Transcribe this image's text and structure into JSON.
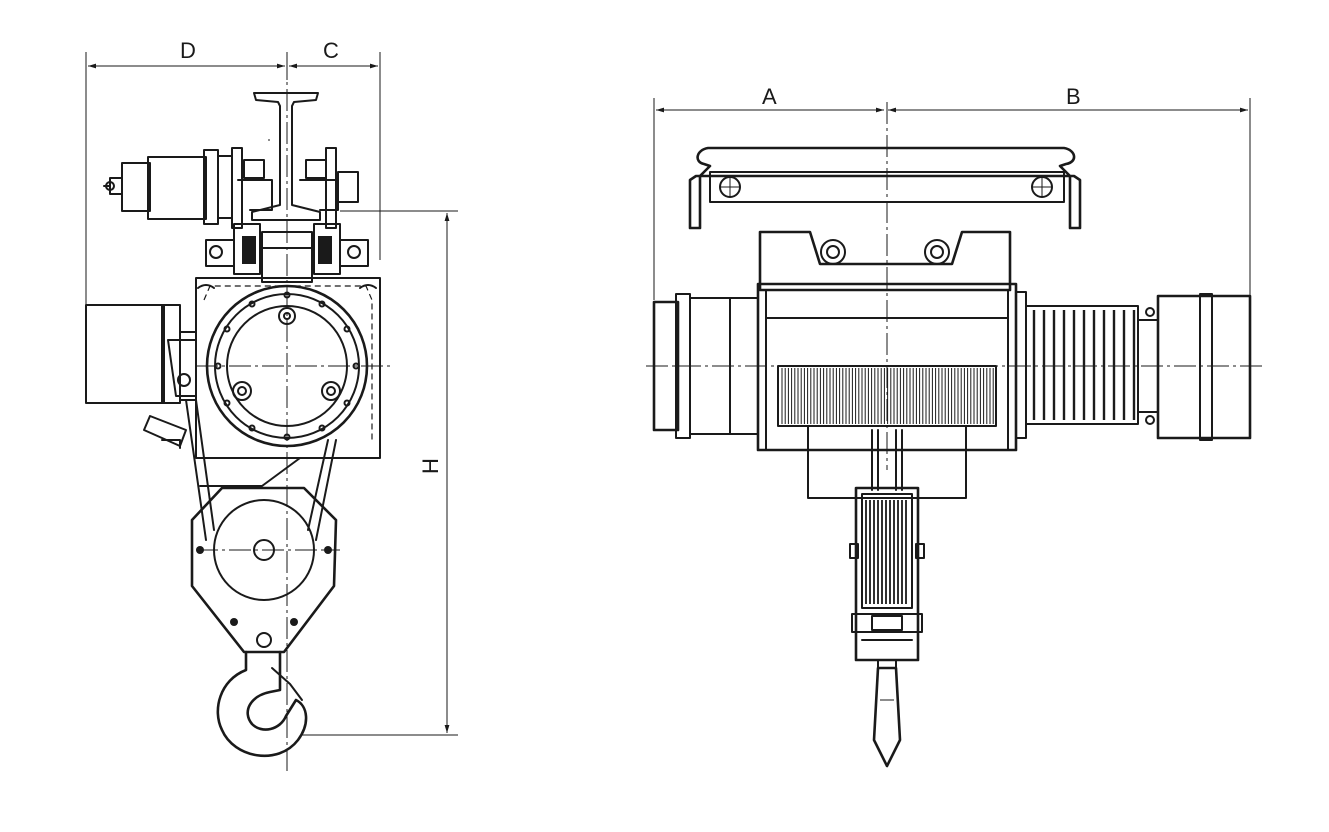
{
  "dimensions": {
    "D": "D",
    "C": "C",
    "A": "A",
    "B": "B",
    "H": "H"
  }
}
